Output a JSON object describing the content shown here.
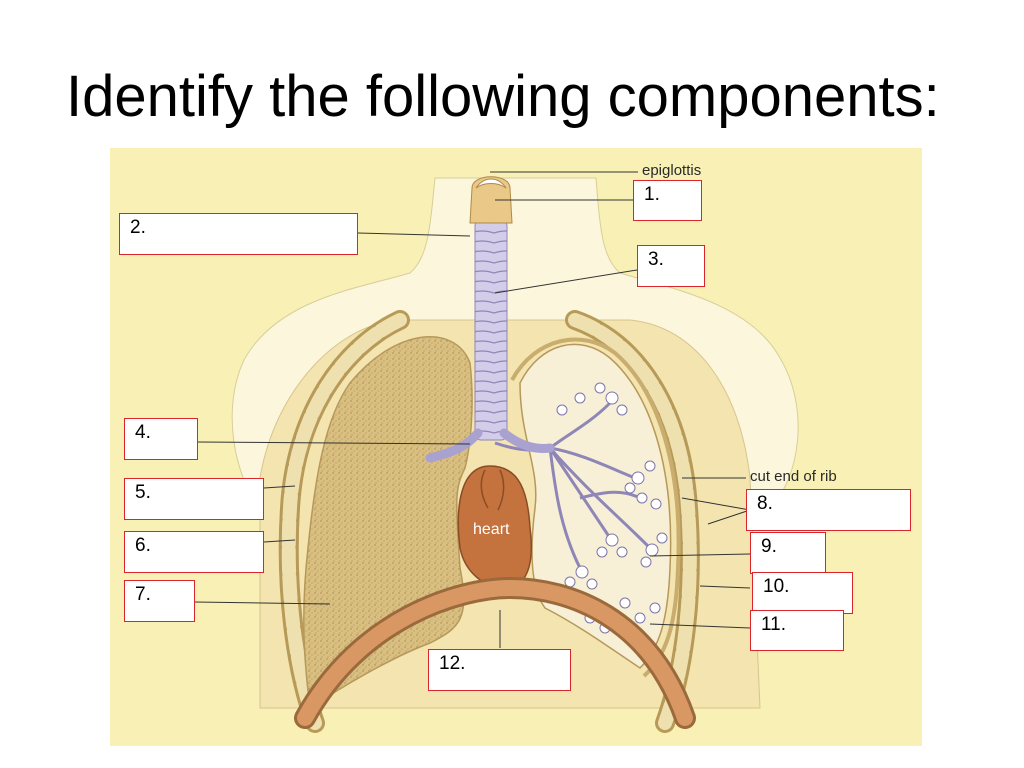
{
  "slide": {
    "title": "Identify the following components:"
  },
  "diagram": {
    "printed_labels": {
      "epiglottis": "epiglottis",
      "cut_end_of_rib": "cut end of rib",
      "heart": "heart"
    },
    "answer_boxes": [
      {
        "id": "1",
        "text": "1."
      },
      {
        "id": "2",
        "text": "2."
      },
      {
        "id": "3",
        "text": "3."
      },
      {
        "id": "4",
        "text": "4."
      },
      {
        "id": "5",
        "text": "5."
      },
      {
        "id": "6",
        "text": "6."
      },
      {
        "id": "7",
        "text": "7."
      },
      {
        "id": "8",
        "text": "8."
      },
      {
        "id": "9",
        "text": "9."
      },
      {
        "id": "10",
        "text": "10."
      },
      {
        "id": "11",
        "text": "11."
      },
      {
        "id": "12",
        "text": "12."
      }
    ],
    "colors": {
      "background": "#f8f0b4",
      "skin": "#fbf6dc",
      "lung_fill": "#d9bf80",
      "rib": "#efe0b0",
      "diaphragm": "#d99763",
      "heart": "#c4723e",
      "trachea": "#cfc8e6",
      "box_border": "#d8262b"
    }
  }
}
